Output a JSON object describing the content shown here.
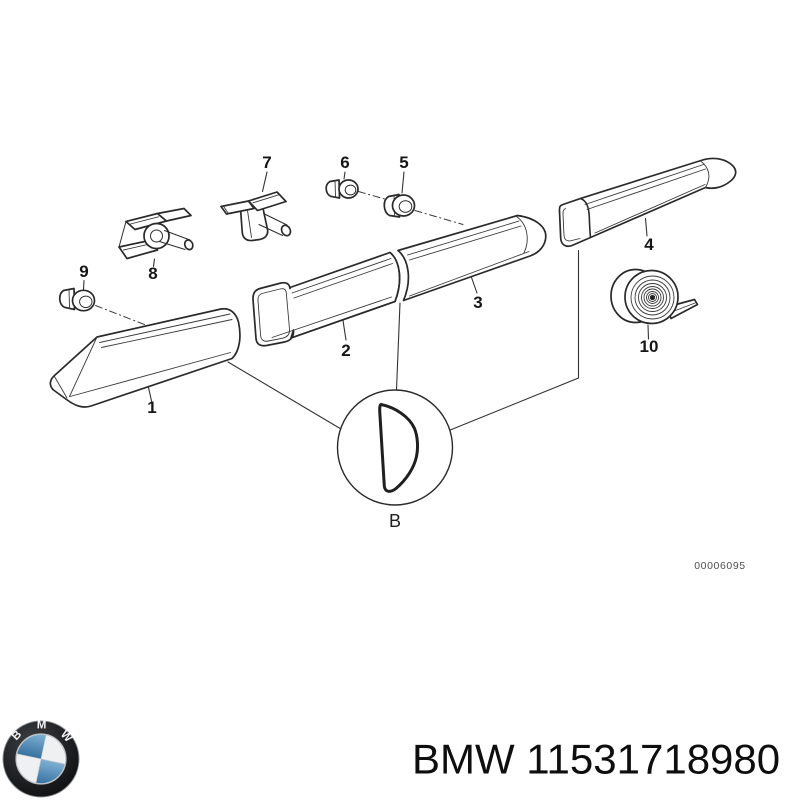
{
  "colors": {
    "background": "#ffffff",
    "line": "#2a2a2a",
    "doc_number_gray": "#4e4e4e",
    "logo_blue": "#4a8ab8",
    "logo_ring": "#17181a"
  },
  "diagram": {
    "callouts": [
      "1",
      "2",
      "3",
      "4",
      "5",
      "6",
      "7",
      "8",
      "9",
      "10"
    ],
    "detail_label": "B",
    "doc_number": "00006095"
  },
  "footer": {
    "title": "BMW 11531718980",
    "logo_letters": [
      "B",
      "M",
      "W"
    ]
  }
}
